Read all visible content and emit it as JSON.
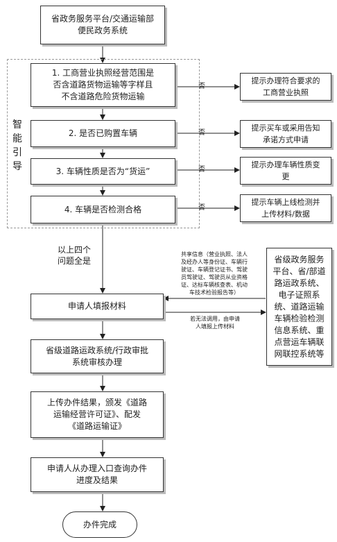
{
  "header_box": "省政务服务平台/交通运输部\n便民政务系统",
  "guide_label": "智\n能\n引\n导",
  "questions": [
    "1. 工商营业执照经营范围是\n否含道路货物运输等字样且\n不含道路危险货物运输",
    "2. 是否已购置车辆",
    "3. 车辆性质是否为“货运”",
    "4. 车辆是否检测合格"
  ],
  "no_label": "否",
  "prompts": [
    "提示办理符合要求的\n工商营业执照",
    "提示买车或采用告知\n承诺方式申请",
    "提示办理车辆性质变\n更",
    "提示车辆上线检测并\n上传材料/数据"
  ],
  "all_yes_label": "以上四个\n问题全是",
  "share_info": "共享信息（营业执照、法人\n及经办人等身份证、车辆行\n驶证、车辆登记证书、驾驶\n员驾驶证、驾驶员从业资格\n证、达标车辆核查表、机动\n车技术检验报告等）",
  "fallback_note": "若无法调用，由申请\n人填报上传材料",
  "systems_box": "省级政务服务\n平台、省/部道\n路运政系统、\n电子证照系\n统、道路运输\n车辆检验检测\n信息系统、重\n点营运车辆联\n网联控系统等",
  "steps": [
    "申请人填报材料",
    "省级道路运政系统/行政审批\n系统审核办理",
    "上传办件结果，颁发《道路\n运输经营许可证》、配发\n《道路运输证》",
    "申请人从办理入口查询办件\n进度及结果"
  ],
  "end_label": "办件完成"
}
